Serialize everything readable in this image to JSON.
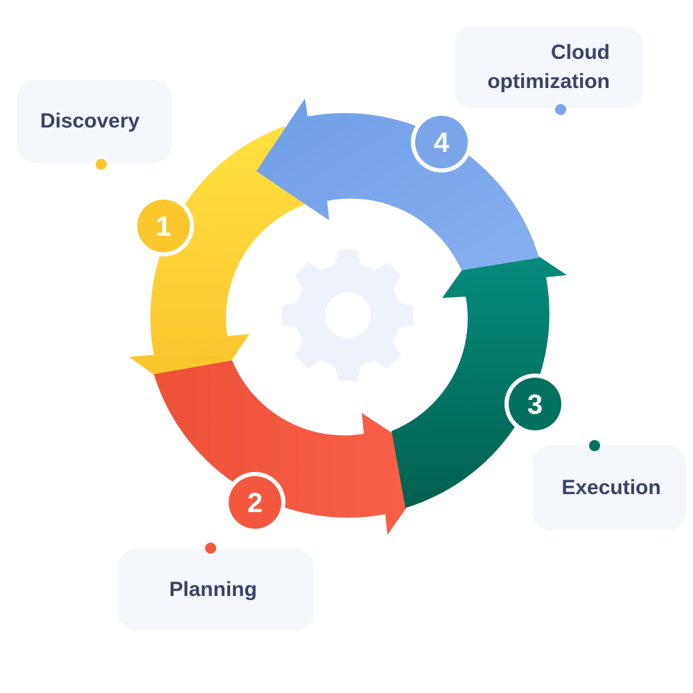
{
  "steps": [
    {
      "number": "1",
      "label": "Discovery",
      "color": "#fcc72d"
    },
    {
      "number": "2",
      "label": "Planning",
      "color": "#f2583e"
    },
    {
      "number": "3",
      "label": "Execution",
      "color": "#04705f"
    },
    {
      "number": "4",
      "label": "Cloud optimization",
      "label_lines": [
        "Cloud",
        "optimization"
      ],
      "color": "#7aa5e8"
    }
  ],
  "colors": {
    "card_bg": "#f4f7fc",
    "text": "#3b4266",
    "gear": "#eef3fb"
  },
  "icons": {
    "center": "gear-icon"
  }
}
